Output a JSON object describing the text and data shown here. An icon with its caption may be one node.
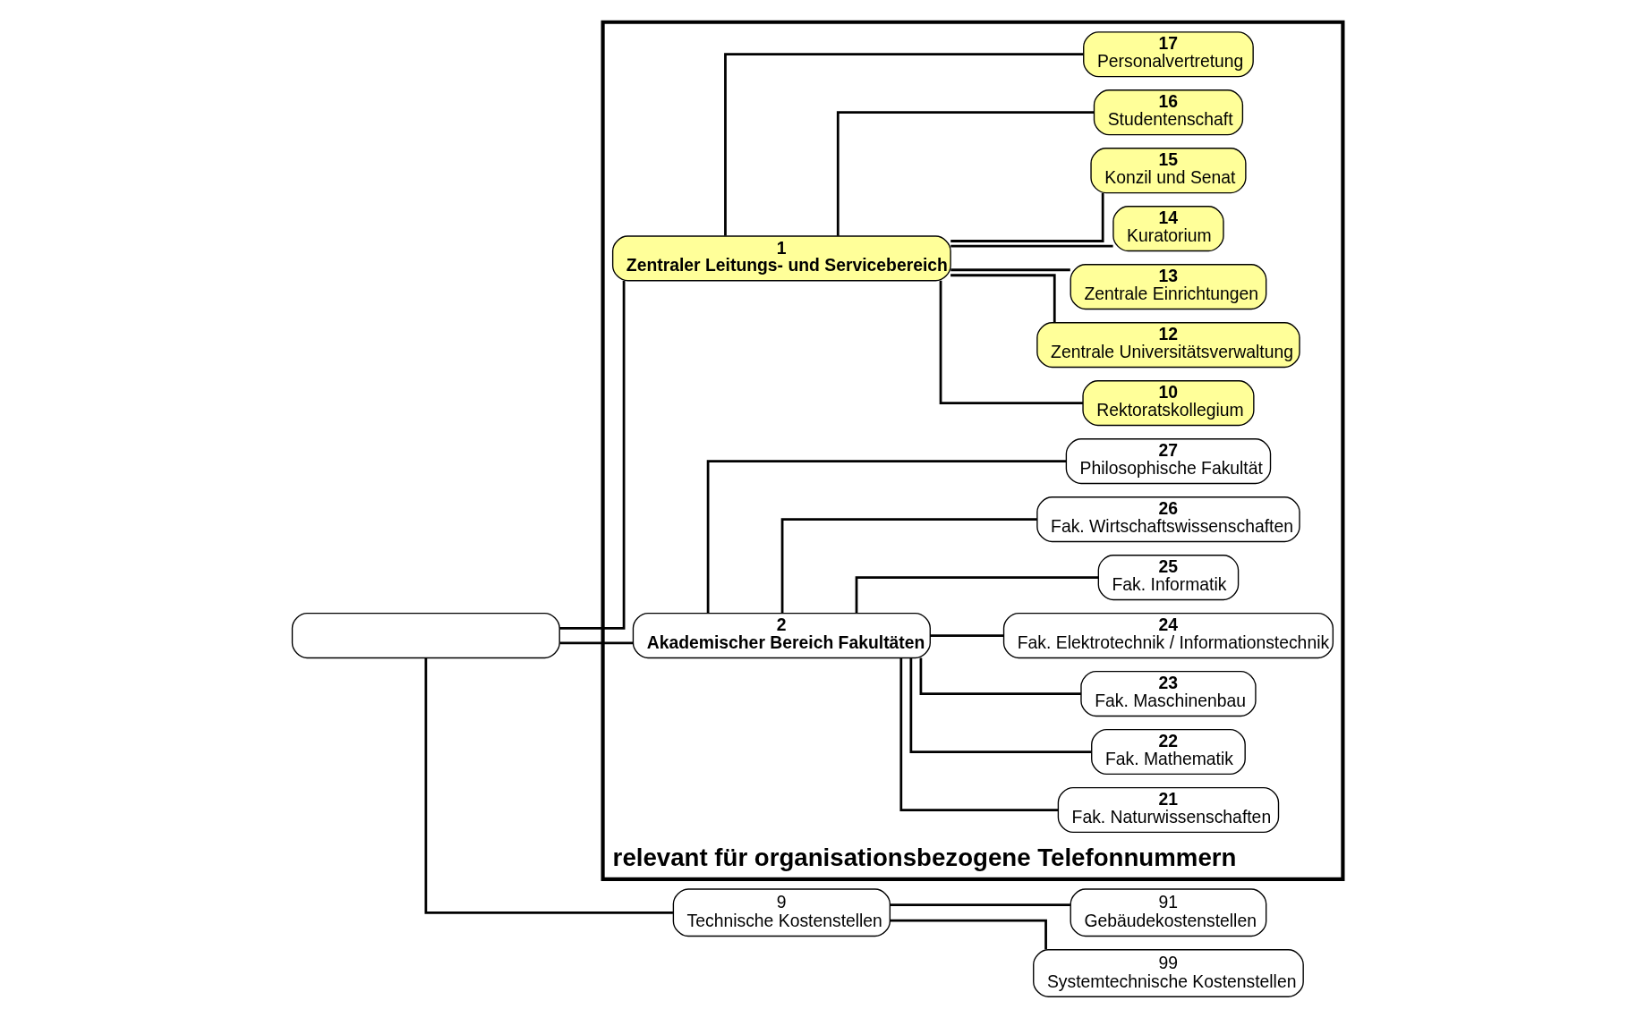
{
  "diagram": {
    "nodes": [
      {
        "text": [],
        "shape": "box"
      },
      {
        "text": [
          "relevant für organisationsbezogene Telefonnummern"
        ]
      },
      {
        "text": [
          "1",
          "Zentraler Leitungs- und Servicebereich"
        ],
        "in": 1
      },
      {
        "text": [
          "2",
          "Akademischer Bereich Fakultäten"
        ],
        "in": 1
      },
      {
        "text": [
          "9",
          "Technische Kostenstellen"
        ]
      },
      {
        "text": [
          "10",
          "Rektoratskollegium"
        ],
        "in": 1
      },
      {
        "text": [
          "12",
          "Zentrale Universitätsverwaltung"
        ],
        "in": 1
      },
      {
        "text": [
          "13",
          "Zentrale Einrichtungen"
        ],
        "in": 1
      },
      {
        "text": [
          "14",
          "Kuratorium"
        ],
        "in": 1
      },
      {
        "text": [
          "15",
          "Konzil und Senat"
        ],
        "in": 1
      },
      {
        "text": [
          "16",
          "Studentenschaft"
        ],
        "in": 1
      },
      {
        "text": [
          "17",
          "Personalvertretung"
        ],
        "in": 1
      },
      {
        "text": [
          "21",
          "Fak. Naturwissenschaften"
        ],
        "in": 1
      },
      {
        "text": [
          "22",
          "Fak. Mathematik"
        ],
        "in": 1
      },
      {
        "text": [
          "23",
          "Fak. Maschinenbau"
        ],
        "in": 1
      },
      {
        "text": [
          "24",
          "Fak. Elektrotechnik / Informationstechnik"
        ],
        "in": 1
      },
      {
        "text": [
          "25",
          "Fak. Informatik"
        ],
        "in": 1
      },
      {
        "text": [
          "26",
          "Fak. Wirtschaftswissenschaften"
        ],
        "in": 1
      },
      {
        "text": [
          "27",
          "Philosophische Fakultät"
        ],
        "in": 1
      },
      {
        "text": [
          "91",
          "Gebäudekostenstellen"
        ]
      },
      {
        "text": [
          "99",
          "Systemtechnische Kostenstellen"
        ]
      }
    ],
    "edges": [
      {
        "from": 0,
        "to": 2,
        "arrow": "none"
      },
      {
        "from": 0,
        "to": 3,
        "arrow": "none"
      },
      {
        "from": 0,
        "to": 4,
        "arrow": "none"
      },
      {
        "from": 2,
        "to": 5,
        "arrow": "none"
      },
      {
        "from": 2,
        "to": 6,
        "arrow": "none"
      },
      {
        "from": 2,
        "to": 7,
        "arrow": "none"
      },
      {
        "from": 2,
        "to": 8,
        "arrow": "none"
      },
      {
        "from": 2,
        "to": 9,
        "arrow": "none"
      },
      {
        "from": 2,
        "to": 10,
        "arrow": "none"
      },
      {
        "from": 2,
        "to": 11,
        "arrow": "none"
      },
      {
        "from": 3,
        "to": 12,
        "arrow": "none"
      },
      {
        "from": 3,
        "to": 13,
        "arrow": "none"
      },
      {
        "from": 3,
        "to": 14,
        "arrow": "none"
      },
      {
        "from": 3,
        "to": 15,
        "arrow": "none"
      },
      {
        "from": 3,
        "to": 16,
        "arrow": "none"
      },
      {
        "from": 3,
        "to": 17,
        "arrow": "none"
      },
      {
        "from": 3,
        "to": 18,
        "arrow": "none"
      },
      {
        "from": 4,
        "to": 19,
        "arrow": "none"
      },
      {
        "from": 4,
        "to": 20,
        "arrow": "none"
      }
    ]
  }
}
